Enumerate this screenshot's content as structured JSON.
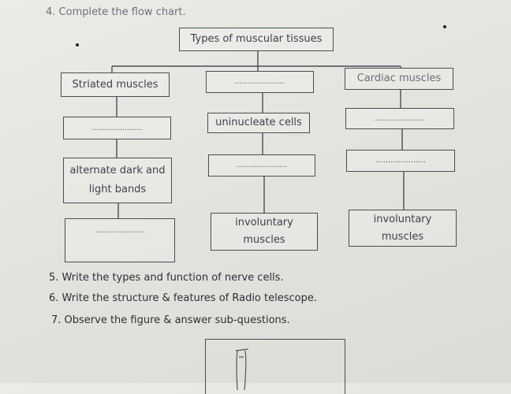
{
  "heading": "4. Complete the flow chart.",
  "flowchart": {
    "root": "Types of muscular tissues",
    "col1": {
      "title": "Striated muscles",
      "row2": "....................",
      "row3_line1": "alternate dark and",
      "row3_line2": "light bands",
      "row4": "...................."
    },
    "col2": {
      "title": "....................",
      "row2": "uninucleate cells",
      "row3": "....................",
      "row4_line1": "involuntary",
      "row4_line2": "muscles"
    },
    "col3": {
      "title": "Cardiac muscles",
      "row2": "....................",
      "row3": "....................",
      "row4_line1": "involuntary",
      "row4_line2": "muscles"
    }
  },
  "questions": [
    "5. Write the types and function of nerve cells.",
    "6. Write the structure & features of Radio telescope.",
    "7. Observe the figure & answer sub-questions."
  ]
}
